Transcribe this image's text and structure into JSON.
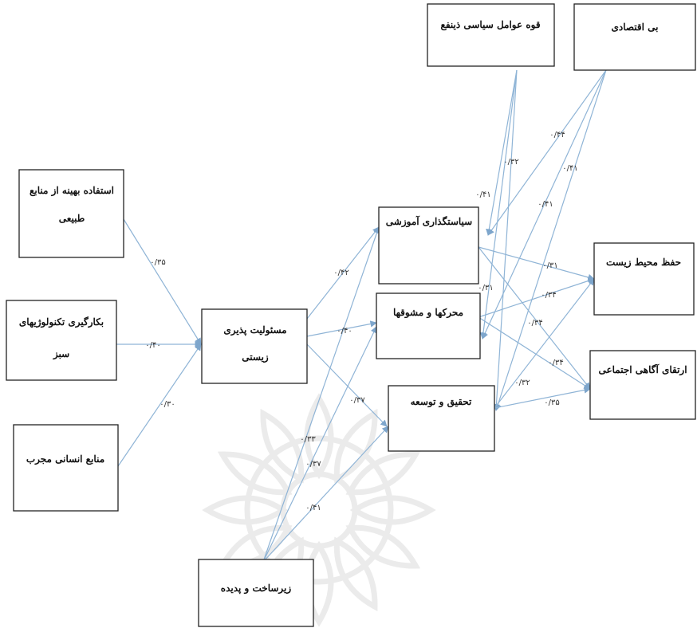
{
  "colors": {
    "box_border": "#222222",
    "arrow": "#8fb4d6",
    "arrow_head": "#7ea6cc",
    "watermark": "#dddddd",
    "text": "#111111"
  },
  "boxes": {
    "natural_resources": {
      "lines": [
        "استفاده بهینه از منابع",
        "طبیعی"
      ]
    },
    "green_tech": {
      "lines": [
        "بکارگیری تکنولوژیهای",
        "سبز"
      ]
    },
    "human_resources": {
      "lines": [
        "منابع انسانی مجرب"
      ]
    },
    "env_responsibility": {
      "lines": [
        "مسئولیت پذیری",
        "زیستی"
      ]
    },
    "infrastructure": {
      "lines": [
        "زیرساخت و پدیده"
      ]
    },
    "edu_policy": {
      "lines": [
        "سیاستگذاری آموزشی"
      ]
    },
    "incentives": {
      "lines": [
        "محرکها و مشوقها"
      ]
    },
    "research": {
      "lines": [
        "تحقیق و توسعه"
      ]
    },
    "political_factors": {
      "lines": [
        "قوه عوامل سیاسی ذینفع"
      ]
    },
    "economic": {
      "lines": [
        "بی اقتصادی"
      ]
    },
    "env_protection": {
      "lines": [
        "حفظ محیط زیست"
      ]
    },
    "social_awareness": {
      "lines": [
        "ارتقای آگاهی اجتماعی"
      ]
    }
  },
  "coefficients": [
    "۰/۳۵",
    "۰/۴۰",
    "۰/۳۰",
    "۰/۴۲",
    "۰/۴۰",
    "۰/۳۷",
    "۰/۳۳",
    "۰/۳۷",
    "۰/۴۱",
    "۰/۴۱",
    "۰/۳۲",
    "۰/۴۴",
    "۰/۴۱",
    "۰/۴۱",
    "۰/۳۱",
    "۰/۳۱",
    "۰/۳۴",
    "۰/۳۴",
    "۰/۳۴",
    "۰/۳۲",
    "۰/۳۵"
  ]
}
